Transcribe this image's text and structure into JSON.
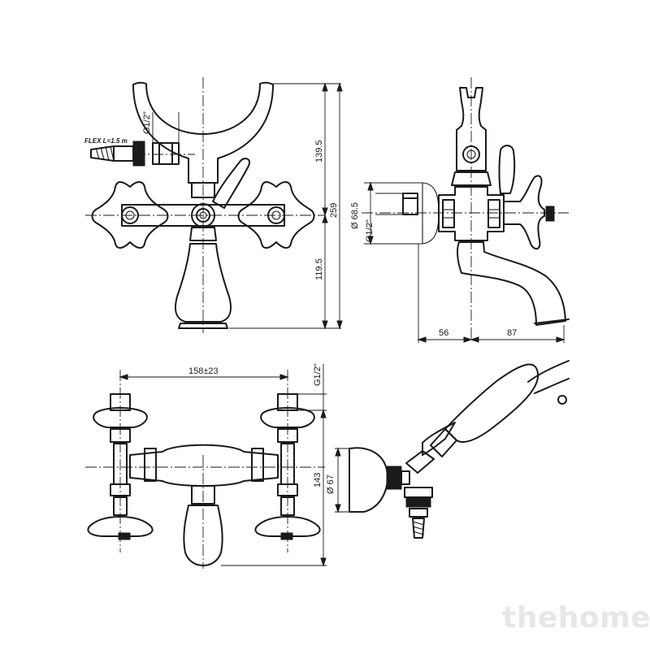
{
  "dimensions": {
    "upper_height": "139.5",
    "lower_height": "119.5",
    "total_height": "259",
    "thread_top": "G1/2\"",
    "flex_hose": "FLEX L=1.5 m",
    "body_diameter": "Ø 68.5",
    "side_thread": "G1/2\"",
    "side_left": "56",
    "side_right": "87",
    "centers": "158±23",
    "bottom_thread": "G1/2\"",
    "bottom_height": "143",
    "holder_diameter": "Ø 67"
  },
  "watermark": "thehome"
}
